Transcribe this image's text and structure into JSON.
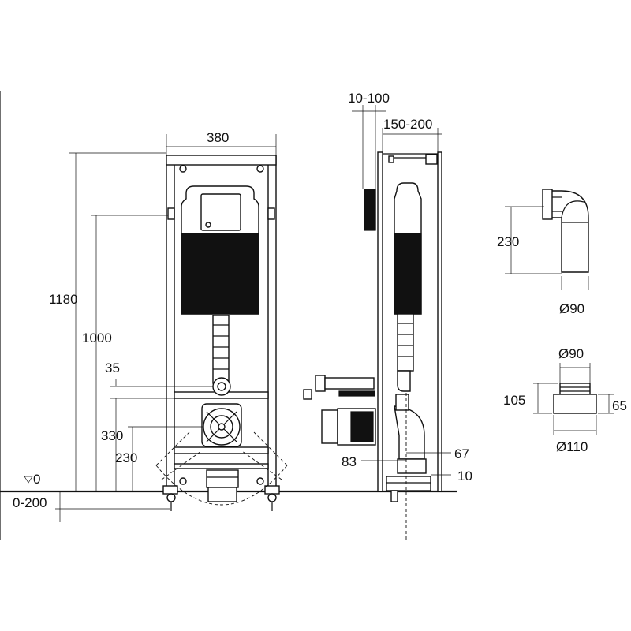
{
  "dimensions": {
    "front_width": "380",
    "front_height_total": "1180",
    "front_height_cistern": "1000",
    "front_offset": "35",
    "front_height_330": "330",
    "front_height_230": "230",
    "floor_zero": "0",
    "floor_range": "0-200",
    "side_depth_wall": "10-100",
    "side_depth_frame": "150-200",
    "side_83": "83",
    "side_67": "67",
    "side_10": "10",
    "bend_length": "230",
    "bend_diameter": "Ø90",
    "adapter_diameter_top": "Ø90",
    "adapter_height": "105",
    "adapter_65": "65",
    "adapter_diameter_bottom": "Ø110"
  }
}
